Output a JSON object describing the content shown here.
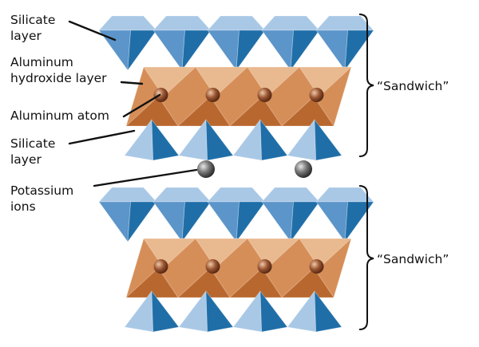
{
  "labels": {
    "silicate_layer_top_line1": "Silicate",
    "silicate_layer_top_line2": "layer",
    "aluminum_hydroxide_line1": "Aluminum",
    "aluminum_hydroxide_line2": "hydroxide layer",
    "aluminum_atom": "Aluminum atom",
    "silicate_layer_bottom_line1": "Silicate",
    "silicate_layer_bottom_line2": "layer",
    "potassium_line1": "Potassium",
    "potassium_line2": "ions",
    "sandwich_top": "“Sandwich”",
    "sandwich_bottom": "“Sandwich”"
  },
  "colors": {
    "tetra_light": "#a9c8e6",
    "tetra_mid": "#5b95c9",
    "tetra_dark": "#1f6ea8",
    "octa_light": "#e9b98f",
    "octa_mid": "#d68e58",
    "octa_dark": "#b8682f",
    "atom": "#8a4a2a",
    "potassium": "#6b6b6b",
    "text": "#111111"
  }
}
